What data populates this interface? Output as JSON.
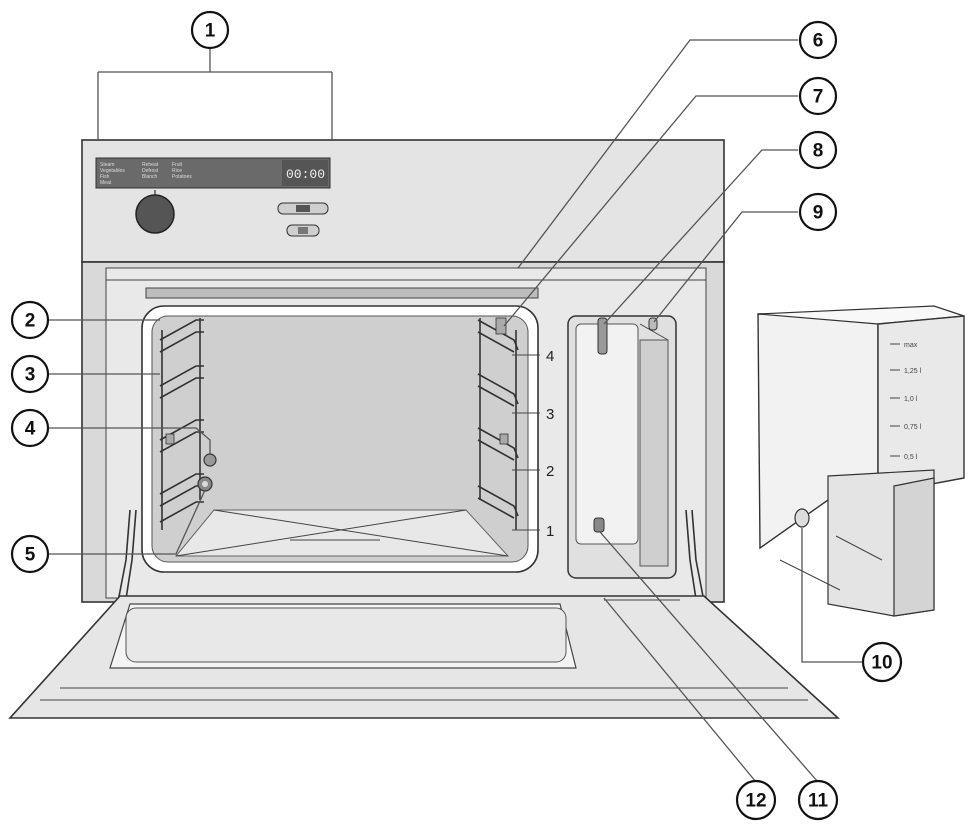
{
  "callouts": [
    "1",
    "2",
    "3",
    "4",
    "5",
    "6",
    "7",
    "8",
    "9",
    "10",
    "11",
    "12"
  ],
  "shelf_levels": [
    "4",
    "3",
    "2",
    "1"
  ],
  "display": {
    "digits": "00:00",
    "menu_col1": [
      "Steam",
      "Vegetables",
      "Fish",
      "Meat"
    ],
    "menu_col2": [
      "Reheat",
      "Defrost",
      "Blanch"
    ],
    "menu_col3": [
      "Fruit",
      "Rice",
      "Potatoes"
    ]
  },
  "water_container_scale": [
    "max",
    "1,25 l",
    "1,0 l",
    "0,75 l",
    "0,5 l"
  ],
  "colors": {
    "panel": "#e2e2e2",
    "cavity": "#cfcfcf",
    "door": "#e6e6e6",
    "display": "#6a6a6a",
    "outline": "#333333"
  }
}
